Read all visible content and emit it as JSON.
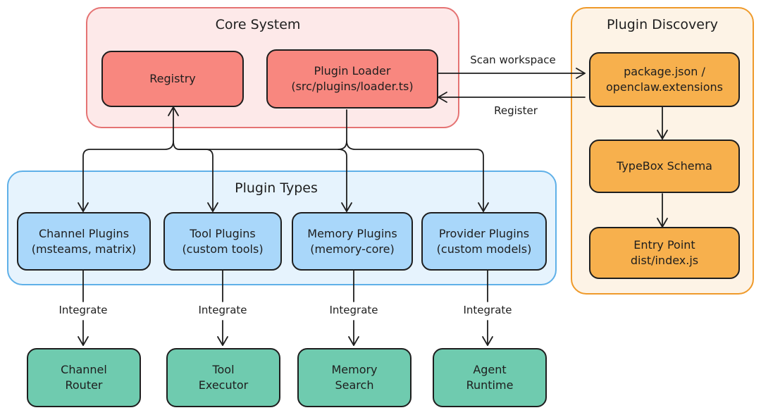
{
  "groups": {
    "core": {
      "title": "Core System"
    },
    "plugin_types": {
      "title": "Plugin Types"
    },
    "discovery": {
      "title": "Plugin Discovery"
    }
  },
  "nodes": {
    "registry": "Registry",
    "plugin_loader": "Plugin Loader\n(src/plugins/loader.ts)",
    "package_json": "package.json /\nopenclaw.extensions",
    "typebox_schema": "TypeBox Schema",
    "entry_point": "Entry Point\ndist/index.js",
    "channel_plugins": "Channel Plugins\n(msteams, matrix)",
    "tool_plugins": "Tool Plugins\n(custom tools)",
    "memory_plugins": "Memory Plugins\n(memory-core)",
    "provider_plugins": "Provider Plugins\n(custom models)",
    "channel_router": "Channel\nRouter",
    "tool_executor": "Tool\nExecutor",
    "memory_search": "Memory\nSearch",
    "agent_runtime": "Agent\nRuntime"
  },
  "edges": {
    "scan_workspace": "Scan workspace",
    "register": "Register",
    "integrate": [
      "Integrate",
      "Integrate",
      "Integrate",
      "Integrate"
    ]
  },
  "colors": {
    "core_fill": "#fde9e9",
    "core_stroke": "#e57373",
    "core_node": "#f8877f",
    "types_fill": "#e6f3fd",
    "types_stroke": "#5fb0e8",
    "types_node": "#a9d7fa",
    "discovery_fill": "#fdf3e6",
    "discovery_stroke": "#ef9a2a",
    "discovery_node": "#f7b04d",
    "target_node": "#6fcbaf"
  }
}
